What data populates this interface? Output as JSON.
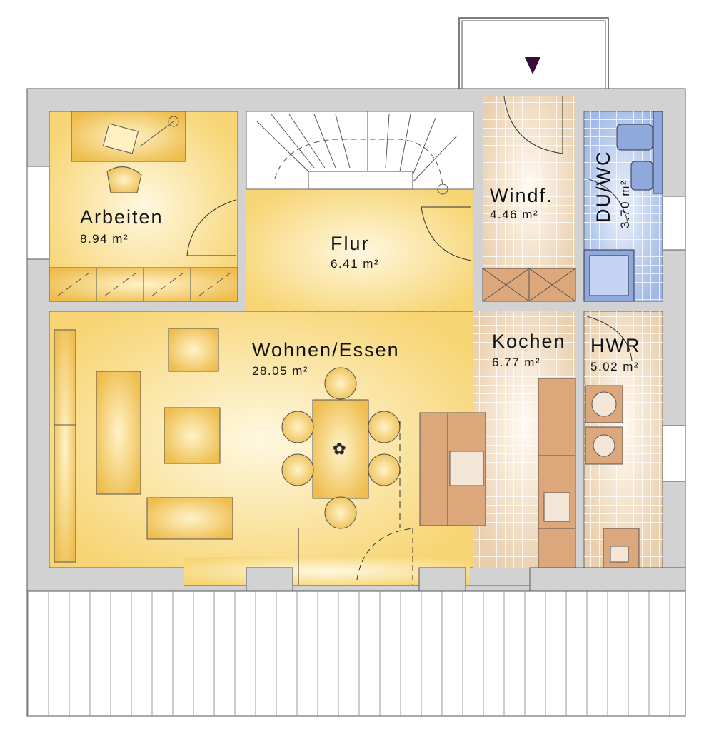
{
  "rooms": {
    "arbeiten": {
      "name": "Arbeiten",
      "area": "8.94 m²"
    },
    "flur": {
      "name": "Flur",
      "area": "6.41 m²"
    },
    "windfang": {
      "name": "Windf.",
      "area": "4.46 m²"
    },
    "du_wc": {
      "name": "DU/WC",
      "area": "3.70 m²"
    },
    "wohnen_essen": {
      "name": "Wohnen/Essen",
      "area": "28.05 m²"
    },
    "kochen": {
      "name": "Kochen",
      "area": "6.77 m²"
    },
    "hwr": {
      "name": "HWR",
      "area": "5.02 m²"
    }
  },
  "colors": {
    "wall": "#d2d2d2",
    "living": "#f8d978",
    "tile": "#f0dcc0",
    "bath": "#a9c1ea",
    "furniture": "#f3c762",
    "kitchen_unit": "#dca77a",
    "entrance_marker": "#3a0a3a"
  }
}
